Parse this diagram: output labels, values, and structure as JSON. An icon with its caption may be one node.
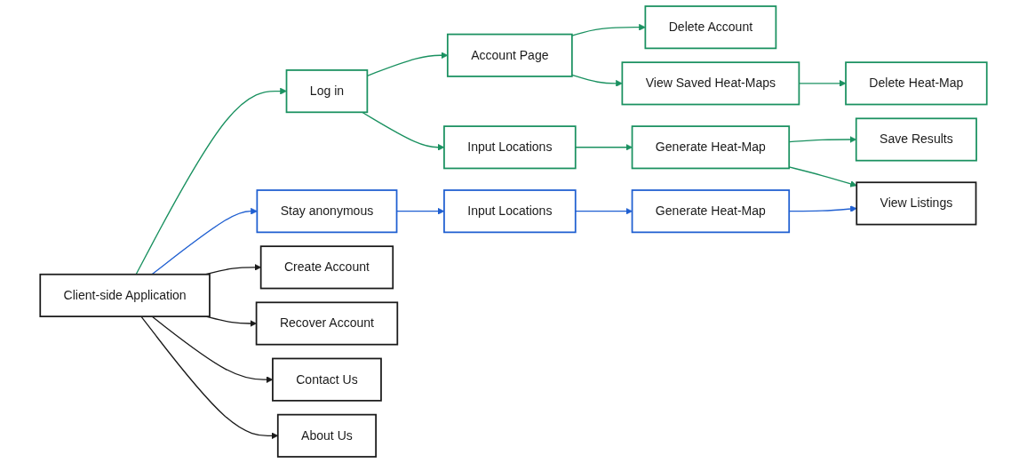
{
  "diagram": {
    "nodes": [
      {
        "text": [
          "Client-side Application"
        ]
      },
      {
        "text": [
          "Delete Account"
        ]
      },
      {
        "text": [
          "Account Page"
        ]
      },
      {
        "text": [
          "Log in"
        ]
      },
      {
        "text": [
          "Delete Heat-Map"
        ]
      },
      {
        "text": [
          "View Saved Heat-Maps"
        ]
      },
      {
        "text": [
          "Input Locations"
        ]
      },
      {
        "text": [
          "Save Results"
        ]
      },
      {
        "text": [
          "Generate Heat-Map"
        ]
      },
      {
        "text": [
          "View Listings"
        ]
      },
      {
        "text": [
          "Stay anonymous"
        ]
      },
      {
        "text": [
          "Input Locations"
        ]
      },
      {
        "text": [
          "Generate Heat-Map"
        ]
      },
      {
        "text": [
          "Create Account"
        ]
      },
      {
        "text": [
          "Recover Account"
        ]
      },
      {
        "text": [
          "Contact Us"
        ]
      },
      {
        "text": [
          "About Us"
        ]
      }
    ],
    "edges": [
      {
        "from": 0,
        "to": 3,
        "arrow": "to"
      },
      {
        "from": 3,
        "to": 2,
        "arrow": "to"
      },
      {
        "from": 2,
        "to": 1,
        "arrow": "to"
      },
      {
        "from": 2,
        "to": 5,
        "arrow": "to"
      },
      {
        "from": 5,
        "to": 4,
        "arrow": "to"
      },
      {
        "from": 3,
        "to": 6,
        "arrow": "to"
      },
      {
        "from": 6,
        "to": 8,
        "arrow": "to"
      },
      {
        "from": 8,
        "to": 7,
        "arrow": "to"
      },
      {
        "from": 8,
        "to": 9,
        "arrow": "to"
      },
      {
        "from": 0,
        "to": 10,
        "arrow": "to",
        "color": "#1f5fd1"
      },
      {
        "from": 10,
        "to": 11,
        "arrow": "to",
        "color": "#1f5fd1"
      },
      {
        "from": 11,
        "to": 12,
        "arrow": "to",
        "color": "#1f5fd1"
      },
      {
        "from": 12,
        "to": 9,
        "arrow": "to",
        "color": "#1f5fd1"
      },
      {
        "from": 0,
        "to": 13,
        "arrow": "to",
        "color": "#1a1a1a"
      },
      {
        "from": 0,
        "to": 14,
        "arrow": "to",
        "color": "#1a1a1a"
      },
      {
        "from": 0,
        "to": 15,
        "arrow": "to",
        "color": "#1a1a1a"
      },
      {
        "from": 0,
        "to": 16,
        "arrow": "to",
        "color": "#1a1a1a"
      }
    ]
  }
}
